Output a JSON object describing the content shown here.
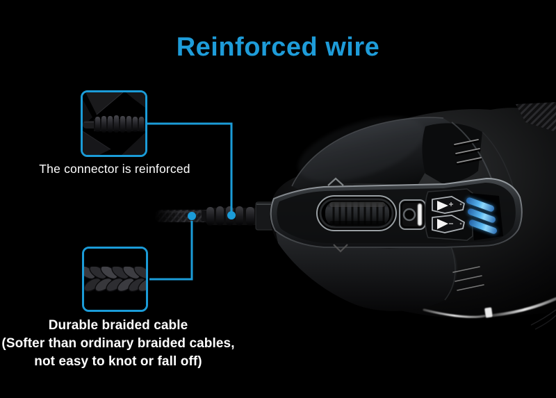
{
  "colors": {
    "background": "#000000",
    "accent_blue": "#1b9cd8",
    "title_blue": "#1e9cd9",
    "caption_text": "#ffffff",
    "led_glow": "#5fb9f0"
  },
  "title": "Reinforced wire",
  "callout_connector": {
    "caption": "The connector is reinforced",
    "thumbnail": "connector-strain-relief-closeup"
  },
  "callout_cable": {
    "caption_lines": [
      "Durable braided cable",
      "(Softer than ordinary braided cables,",
      "not easy to knot or fall off)"
    ],
    "thumbnail": "braided-cable-closeup"
  },
  "product_photo": {
    "subject": "wired-gaming-mouse-top-view",
    "visible_details": [
      "scroll-wheel",
      "dpi-shift-button",
      "dpi-up-button",
      "dpi-down-button",
      "led-stripes",
      "braided-cable",
      "strain-relief",
      "cable-plug"
    ]
  }
}
